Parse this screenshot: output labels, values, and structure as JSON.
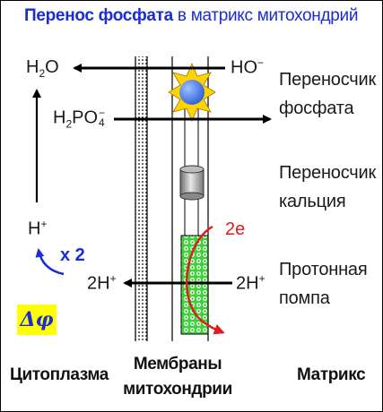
{
  "title": {
    "bold": "Перенос фосфата",
    "rest": " в матрикс митохондрий"
  },
  "chem": {
    "h2o_base": "H",
    "h2o_sub": "2",
    "h2o_end": "O",
    "ho_base": "HO",
    "ho_sup": "−",
    "h2po4_h": "H",
    "h2po4_sub2": "2",
    "h2po4_po": "PO",
    "h2po4_sub4": "4",
    "h2po4_sup": "−",
    "hplus_base": "H",
    "hplus_sup": "+",
    "two_h_left_base": "2H",
    "two_h_left_sup": "+",
    "two_h_right_base": "2H",
    "two_h_right_sup": "+",
    "two_e": "2e",
    "times_two": "x 2",
    "delta_phi": "Δφ"
  },
  "labels": {
    "phosphate_carrier_line1": "Переносчик",
    "phosphate_carrier_line2": "фосфата",
    "calcium_carrier_line1": "Переносчик",
    "calcium_carrier_line2": "кальция",
    "proton_pump_line1": "Протонная",
    "proton_pump_line2": "помпа"
  },
  "bottom": {
    "cytoplasm": "Цитоплазма",
    "membranes_line1": "Мембраны",
    "membranes_line2": "митохондрии",
    "matrix": "Матрикс"
  },
  "colors": {
    "title": "#1a2bd8",
    "carrier_ball": "#3b6ee6",
    "pump_green": "#3fd23a",
    "electron_red": "#e01b1b",
    "delta_bg": "#ffff00"
  },
  "icons": [
    "star-burst-icon",
    "cylinder-icon",
    "mesh-pattern"
  ]
}
